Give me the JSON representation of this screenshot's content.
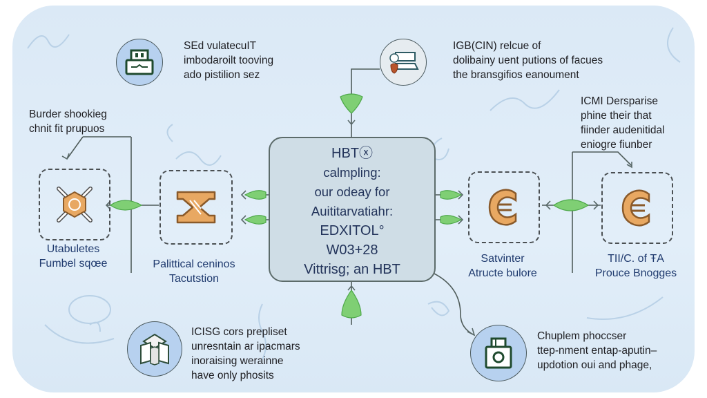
{
  "diagram": {
    "center": {
      "lines": [
        "HBTⓧ",
        "calmpling:",
        "our odeay for",
        "Auititarvatiahr:",
        "EDXITOL°",
        "W03+28",
        "Vittrisg; an HBT"
      ]
    },
    "top_left_note": {
      "icon": "usb-drive-icon",
      "lines": [
        "SEd vulatecuIT",
        "imbodaroilt tooving",
        "ado pistilion sez"
      ]
    },
    "top_right_note": {
      "icon": "scanner-device-icon",
      "lines": [
        "IGB(CIN) relcue of",
        "dolibainy uent putions of facues",
        "the bransgifios eanoument"
      ]
    },
    "left_callout": {
      "lines": [
        "Burder shookieg",
        "chnit fit prupuos"
      ]
    },
    "right_callout": {
      "lines": [
        "ICMI Dersparise",
        "phine their that",
        "fiinder audenitidal",
        "eniogre fiunber"
      ]
    },
    "nodes": [
      {
        "icon": "drone-cross-icon",
        "caption": [
          "Utabuletes",
          "Fumbel sqœe"
        ]
      },
      {
        "icon": "sigma-icon",
        "caption": [
          "Palittical ceninos",
          "Tacutstion"
        ]
      },
      {
        "icon": "euro-coin-icon",
        "caption": [
          "Satvinter",
          "Atructe bulore"
        ]
      },
      {
        "icon": "euro-coin-icon",
        "caption": [
          "TII/C. of ŦA",
          "Prouce Bnogges"
        ]
      }
    ],
    "bottom_left_note": {
      "icon": "cube-package-icon",
      "lines": [
        "ICISG cors prepliset",
        "unresntain ar ipacmars",
        "inoraising werainne",
        "have only phosits"
      ]
    },
    "bottom_right_note": {
      "icon": "camera-lock-icon",
      "lines": [
        "Chuplem phoccser",
        "ttep-nment entap-aputin–",
        "updotion oui and phage,"
      ]
    },
    "colors": {
      "panel_bg": "#dbe9f6",
      "center_bg": "#cfdde6",
      "caption_text": "#1f3a6e",
      "connector_green": "#74c56a",
      "icon_orange": "#e8a862",
      "circle_blue": "#b7d1ef"
    }
  }
}
